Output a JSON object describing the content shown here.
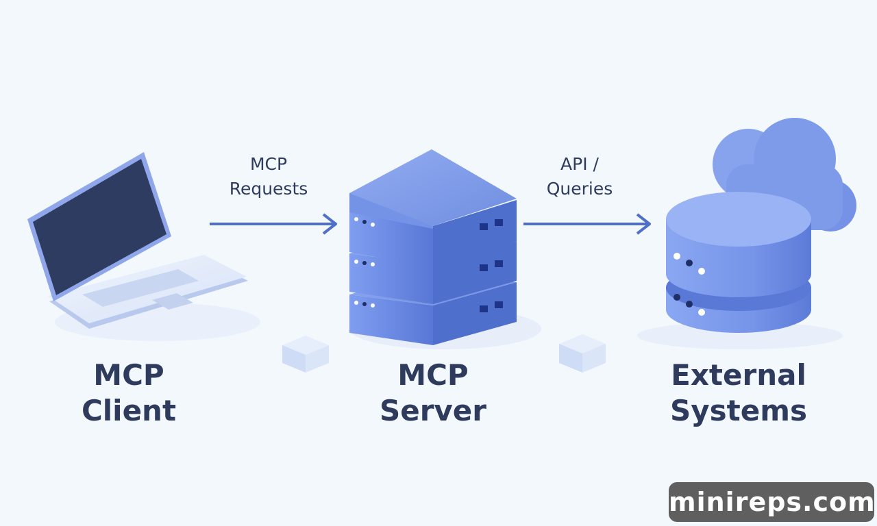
{
  "nodes": {
    "client": {
      "line1": "MCP",
      "line2": "Client"
    },
    "server": {
      "line1": "MCP",
      "line2": "Server"
    },
    "external": {
      "line1": "External",
      "line2": "Systems"
    }
  },
  "edges": {
    "requests": {
      "line1": "MCP",
      "line2": "Requests"
    },
    "queries": {
      "line1": "API /",
      "line2": "Queries"
    }
  },
  "watermark": "minireps.com",
  "colors": {
    "background": "#f3f8fd",
    "accent": "#4f6fc9",
    "text": "#2f3b5c",
    "screen": "#2f3c62",
    "device_light": "#dce6f8"
  }
}
